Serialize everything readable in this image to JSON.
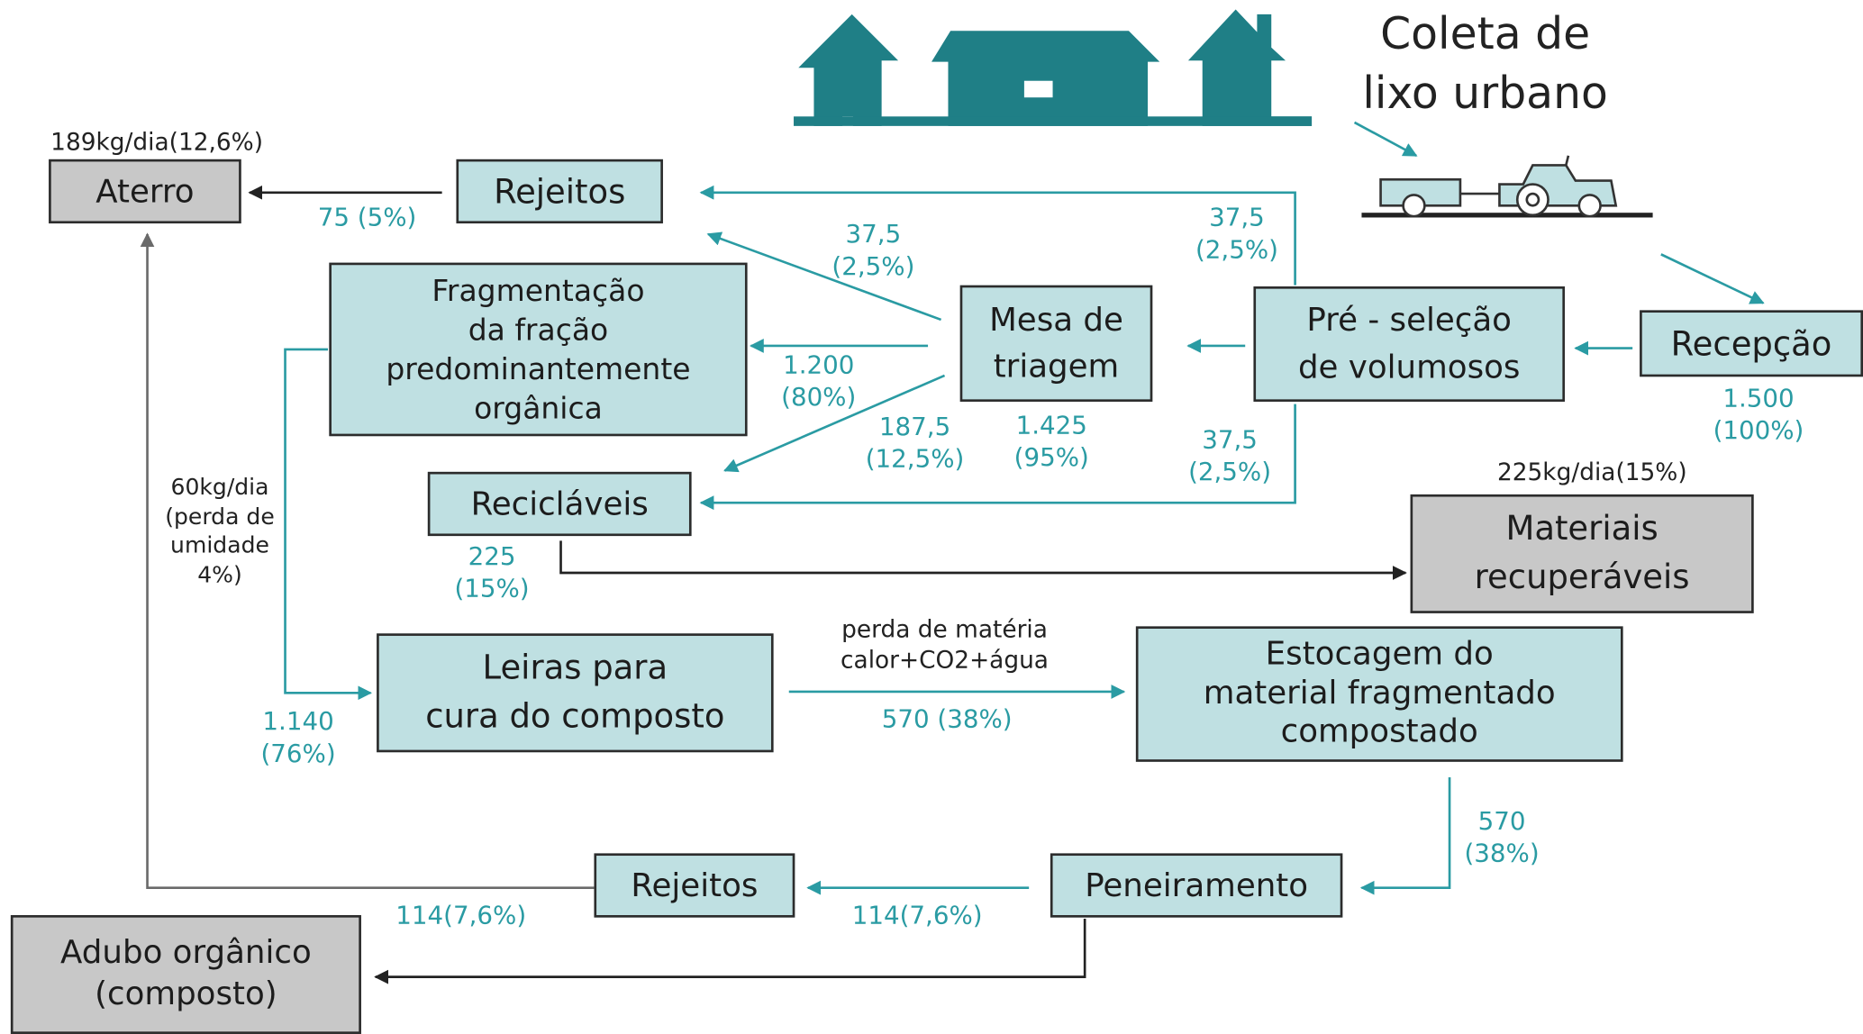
{
  "header": {
    "title": "Coleta de\nlixo urbano"
  },
  "boxes": {
    "aterro": "Aterro",
    "rejeitos_top": "Rejeitos",
    "fragmentacao": "Fragmentação\nda fração\npredominantemente\norgânica",
    "mesa": "Mesa de\ntriagem",
    "pre_selecao": "Pré - seleção\nde volumosos",
    "recepcao": "Recepção",
    "reciclaveis": "Recicláveis",
    "materiais": "Materiais\nrecuperáveis",
    "leiras": "Leiras para\ncura do composto",
    "estocagem": "Estocagem do\nmaterial fragmentado\ncompostado",
    "peneiramento": "Peneiramento",
    "rejeitos_bottom": "Rejeitos",
    "adubo": "Adubo orgânico\n(composto)"
  },
  "labels": {
    "aterro_total": "189kg/dia(12,6%)",
    "rejeitos_to_aterro": "75 (5%)",
    "mesa_to_rejeitos": "37,5\n(2,5%)",
    "pre_to_rejeitos": "37,5\n(2,5%)",
    "mesa_to_frag": "1.200\n(80%)",
    "mesa_to_recic": "187,5\n(12,5%)",
    "pre_to_mesa": "1.425\n(95%)",
    "pre_to_recic": "37,5\n(2,5%)",
    "recepcao_in": "1.500\n(100%)",
    "materiais_total": "225kg/dia(15%)",
    "recic_out": "225\n(15%)",
    "umidade": "60kg/dia\n(perda de\numidade\n4%)",
    "leiras_in": "1.140\n(76%)",
    "perda_materia": "perda de matéria\ncalor+CO2+água",
    "leiras_to_estoc": "570 (38%)",
    "estoc_to_pen": "570\n(38%)",
    "pen_to_rej": "114(7,6%)",
    "rej_to_aterro": "114(7,6%)"
  }
}
